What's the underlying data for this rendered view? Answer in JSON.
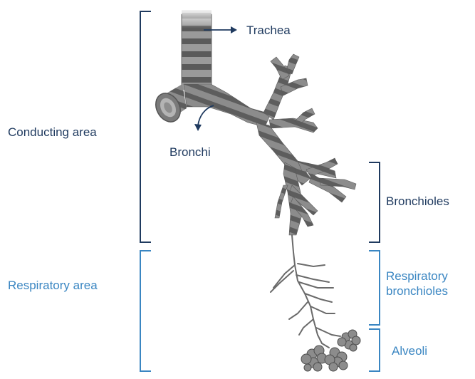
{
  "labels": {
    "trachea": "Trachea",
    "bronchi": "Bronchi",
    "conducting_area": "Conducting area",
    "respiratory_area": "Respiratory area",
    "bronchioles": "Bronchioles",
    "respiratory_bronchioles_line1": "Respiratory",
    "respiratory_bronchioles_line2": "bronchioles",
    "alveoli": "Alveoli"
  },
  "colors": {
    "conducting_bracket": "#1f3a5f",
    "respiratory_bracket": "#3a86c2",
    "airway_light": "#8a8a8a",
    "airway_dark": "#5a5a5a"
  }
}
